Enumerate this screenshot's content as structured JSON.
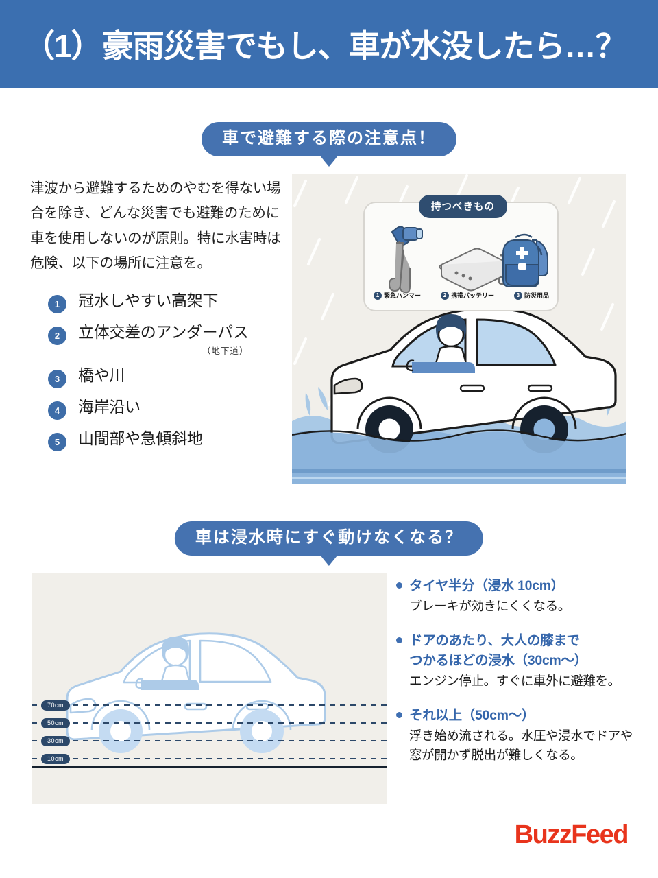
{
  "header": {
    "title": "（1）豪雨災害でもし、車が水没したら…？",
    "background_color": "#3b6fb0"
  },
  "section1": {
    "badge": "車で避難する際の注意点！",
    "intro": "津波から避難するためのやむを得ない場合を除き、どんな災害でも避難のために車を使用しないのが原則。特に水害時は危険、以下の場所に注意を。",
    "list": [
      {
        "num": "1",
        "label": "冠水しやすい高架下",
        "sub": ""
      },
      {
        "num": "2",
        "label": "立体交差のアンダーパス",
        "sub": "（地下道）"
      },
      {
        "num": "3",
        "label": "橋や川",
        "sub": ""
      },
      {
        "num": "4",
        "label": "海岸沿い",
        "sub": ""
      },
      {
        "num": "5",
        "label": "山間部や急傾斜地",
        "sub": ""
      }
    ],
    "supplies": {
      "title": "持つべきもの",
      "items": [
        {
          "num": "1",
          "label": "緊急ハンマー",
          "icon": "hammer-icon"
        },
        {
          "num": "2",
          "label": "携帯バッテリー",
          "icon": "battery-icon"
        },
        {
          "num": "3",
          "label": "防災用品",
          "icon": "backpack-icon"
        }
      ]
    },
    "illustration": {
      "name": "car-in-flood-illustration",
      "background_color": "#f1efea",
      "water_color": "#8cb4dc",
      "rain": "white-diagonal-streaks"
    }
  },
  "section2": {
    "badge": "車は浸水時にすぐ動けなくなる？",
    "diagram": {
      "name": "water-level-car-diagram",
      "background_color": "#f1efea",
      "car_outline_color": "#adcbe8",
      "levels": [
        "70cm",
        "50cm",
        "30cm",
        "10cm"
      ]
    },
    "bullets": [
      {
        "heading": "タイヤ半分（浸水 10cm）",
        "body": "ブレーキが効きにくくなる。"
      },
      {
        "heading": "ドアのあたり、大人の膝まで\nつかるほどの浸水（30cm〜）",
        "body": "エンジン停止。すぐに車外に避難を。"
      },
      {
        "heading": "それ以上（50cm〜）",
        "body": "浮き始め流される。水圧や浸水でドアや窓が開かず脱出が難しくなる。"
      }
    ]
  },
  "footer": {
    "logo": "BuzzFeed",
    "logo_color": "#e8341c"
  }
}
